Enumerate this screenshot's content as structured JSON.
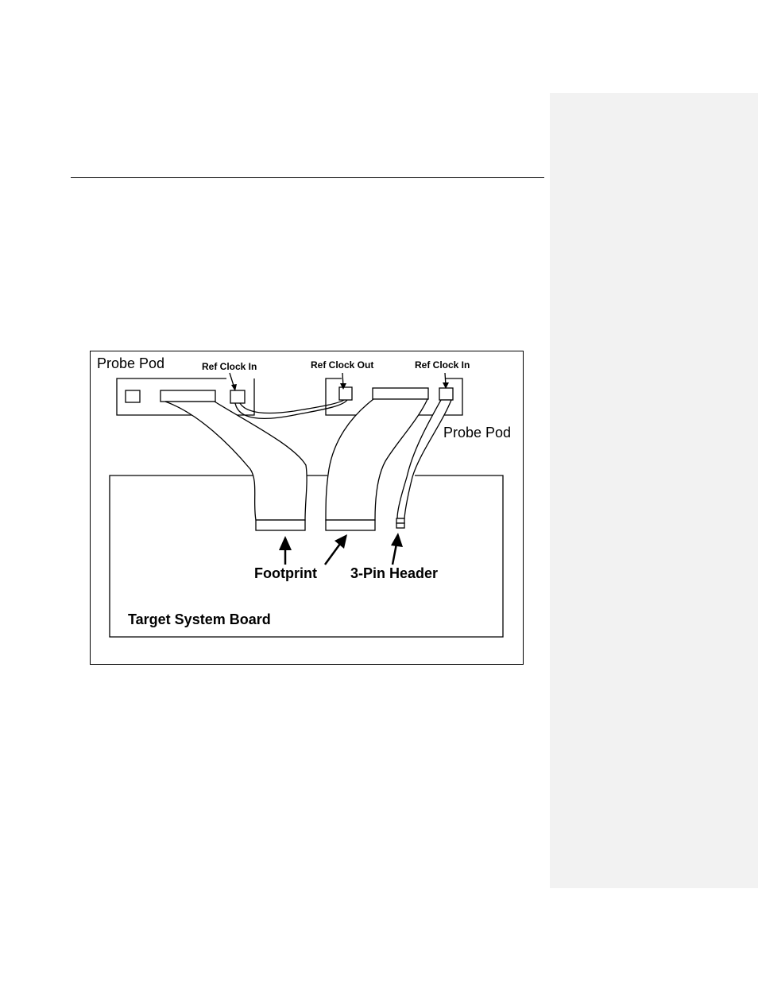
{
  "diagram": {
    "labels": {
      "probe_pod_left": "Probe Pod",
      "probe_pod_right": "Probe Pod",
      "ref_clock_in_left": "Ref Clock In",
      "ref_clock_out": "Ref Clock Out",
      "ref_clock_in_right": "Ref Clock In",
      "footprint": "Footprint",
      "pin_header": "3-Pin Header",
      "target_board": "Target System Board"
    }
  }
}
